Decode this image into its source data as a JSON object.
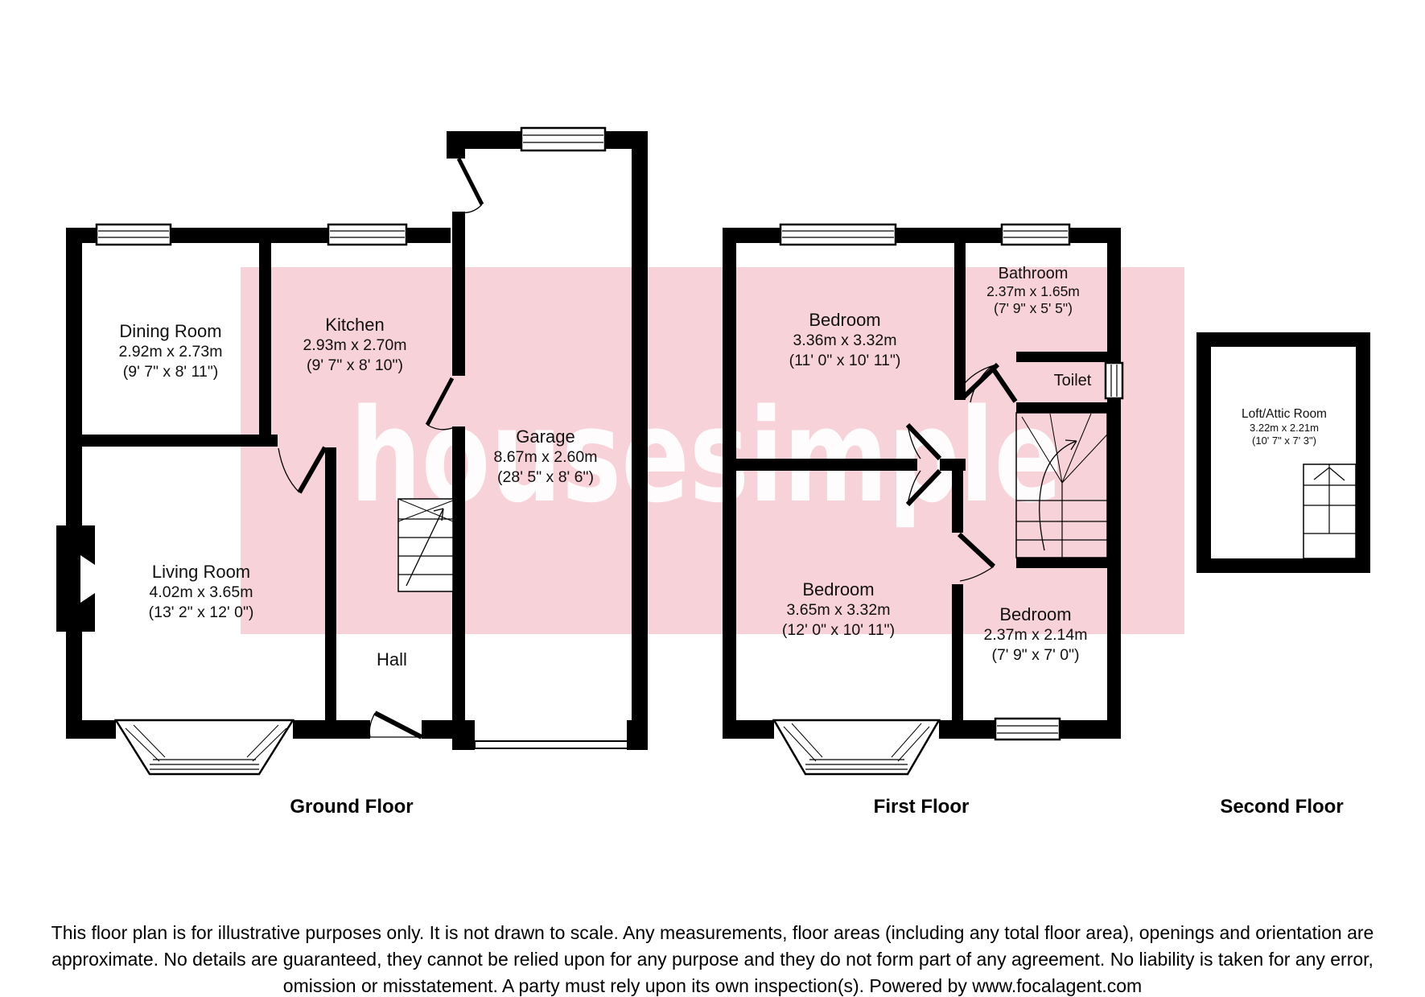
{
  "watermark": {
    "text": "housesimple",
    "band_color": "#f8d2d9",
    "text_color": "#ffffff"
  },
  "plan_colors": {
    "wall": "#000000",
    "label_text": "#111111"
  },
  "floors": {
    "ground": {
      "label": "Ground Floor",
      "rooms": {
        "dining": {
          "name": "Dining Room",
          "metric": "2.92m x 2.73m",
          "imperial": "(9' 7\" x 8' 11\")"
        },
        "kitchen": {
          "name": "Kitchen",
          "metric": "2.93m x 2.70m",
          "imperial": "(9' 7\" x 8' 10\")"
        },
        "garage": {
          "name": "Garage",
          "metric": "8.67m x 2.60m",
          "imperial": "(28' 5\" x 8' 6\")"
        },
        "living": {
          "name": "Living Room",
          "metric": "4.02m x 3.65m",
          "imperial": "(13' 2\" x 12' 0\")"
        },
        "hall": {
          "name": "Hall"
        }
      }
    },
    "first": {
      "label": "First Floor",
      "rooms": {
        "bedroom1": {
          "name": "Bedroom",
          "metric": "3.36m x 3.32m",
          "imperial": "(11' 0\" x 10' 11\")"
        },
        "bathroom": {
          "name": "Bathroom",
          "metric": "2.37m x 1.65m",
          "imperial": "(7' 9\" x 5' 5\")"
        },
        "toilet": {
          "name": "Toilet"
        },
        "bedroom2": {
          "name": "Bedroom",
          "metric": "3.65m x 3.32m",
          "imperial": "(12' 0\" x 10' 11\")"
        },
        "bedroom3": {
          "name": "Bedroom",
          "metric": "2.37m x 2.14m",
          "imperial": "(7' 9\" x 7' 0\")"
        }
      }
    },
    "second": {
      "label": "Second Floor",
      "rooms": {
        "loft": {
          "name": "Loft/Attic Room",
          "metric": "3.22m x 2.21m",
          "imperial": "(10' 7\" x 7' 3\")"
        }
      }
    }
  },
  "disclaimer": {
    "line1": "This floor plan is for illustrative purposes only. It is not drawn to scale. Any measurements, floor areas (including any total floor area), openings and orientation are",
    "line2": "approximate. No details are guaranteed, they cannot be relied upon for any purpose and they do not form part of any agreement. No liability is taken for any error,",
    "line3": "omission or misstatement. A party must rely upon its own inspection(s). Powered by www.focalagent.com"
  }
}
